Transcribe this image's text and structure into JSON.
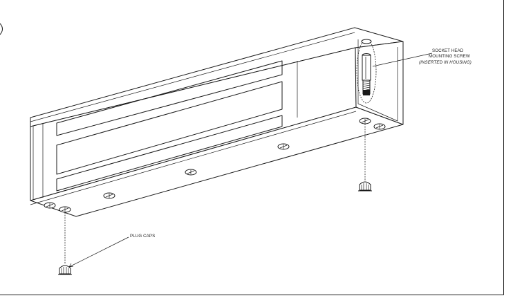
{
  "figure": {
    "labels": {
      "screw_line1": "SOCKET HEAD",
      "screw_line2": "MOUNTING SCREW",
      "screw_line3": "(INSERTED IN HOUSING)",
      "plug_caps": "PLUG CAPS"
    },
    "colors": {
      "line": "#1a1a1a",
      "background": "#ffffff"
    }
  }
}
